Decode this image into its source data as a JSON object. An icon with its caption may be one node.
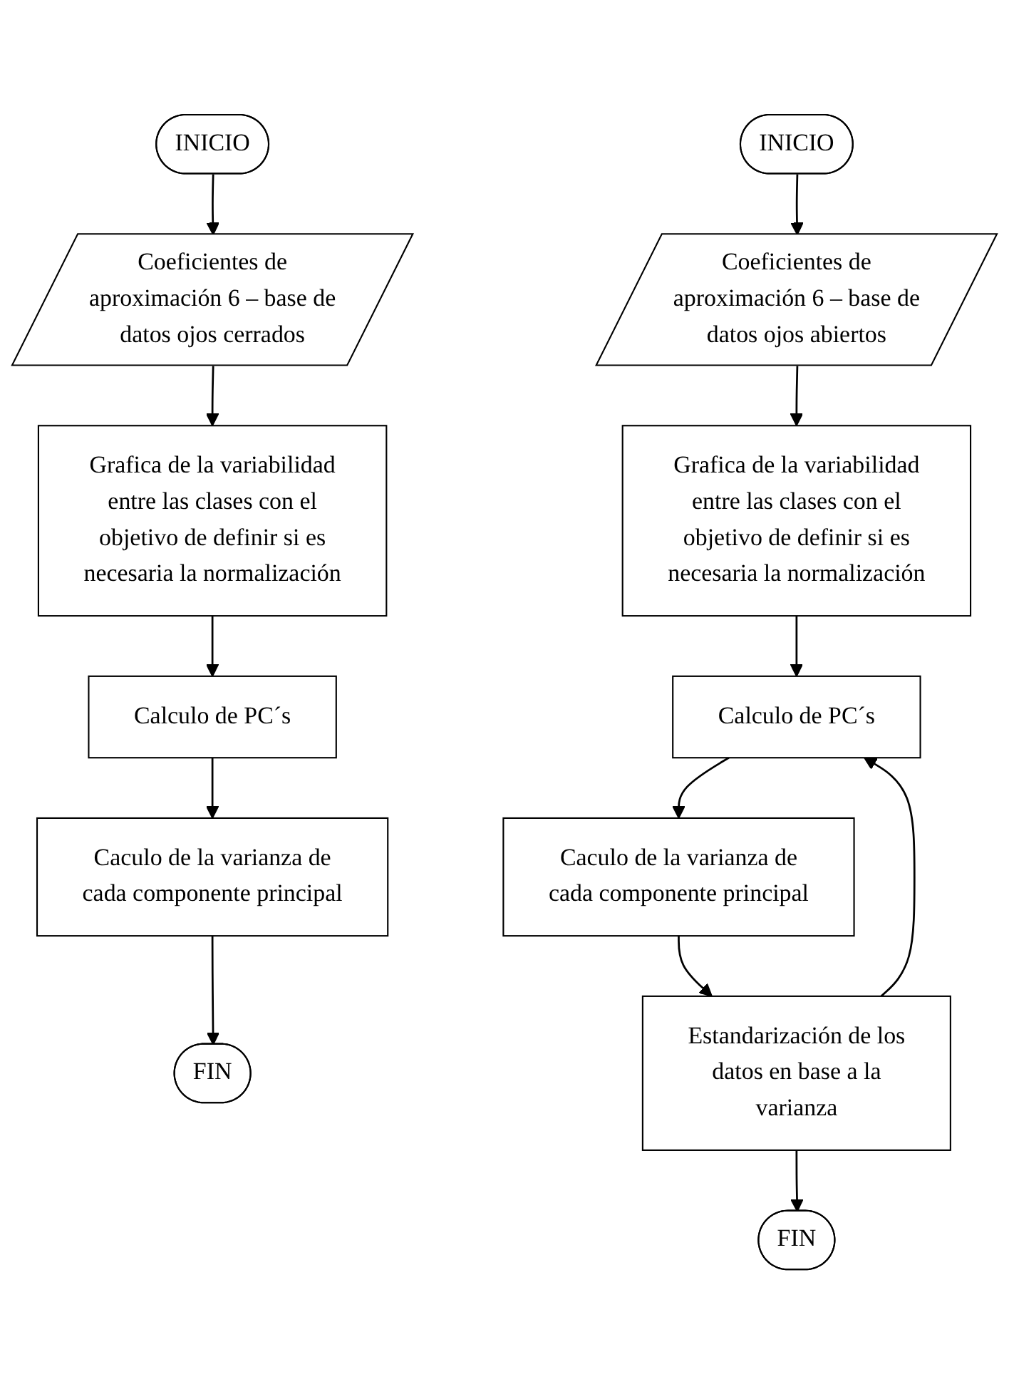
{
  "diagram": {
    "nodes": [
      {
        "text": [
          "INICIO"
        ]
      },
      {
        "text": [
          "Coeficientes de aproximación 6 – base de datos ojos cerrados"
        ]
      },
      {
        "text": [
          "Grafica de la variabilidad entre las clases con el objetivo de definir si es necesaria la normalización"
        ]
      },
      {
        "text": [
          "Calculo de PC´s"
        ]
      },
      {
        "text": [
          "Caculo de la varianza de cada componente principal"
        ]
      },
      {
        "text": [
          "FIN"
        ]
      },
      {
        "text": [
          "INICIO"
        ]
      },
      {
        "text": [
          "Coeficientes de aproximación 6 – base de datos ojos abiertos"
        ]
      },
      {
        "text": [
          "Grafica de la variabilidad entre las clases con el objetivo de definir si es necesaria la normalización"
        ]
      },
      {
        "text": [
          "Calculo de PC´s"
        ]
      },
      {
        "text": [
          "Caculo de la varianza de cada componente principal"
        ]
      },
      {
        "text": [
          "Estandarización de los datos en base a la varianza"
        ]
      },
      {
        "text": [
          "FIN"
        ]
      }
    ],
    "edges": [
      {
        "from": 0,
        "to": 1,
        "arrow": "to"
      },
      {
        "from": 1,
        "to": 2,
        "arrow": "to"
      },
      {
        "from": 2,
        "to": 3,
        "arrow": "to"
      },
      {
        "from": 3,
        "to": 4,
        "arrow": "to"
      },
      {
        "from": 4,
        "to": 5,
        "arrow": "to"
      },
      {
        "from": 6,
        "to": 7,
        "arrow": "to"
      },
      {
        "from": 7,
        "to": 8,
        "arrow": "to"
      },
      {
        "from": 8,
        "to": 9,
        "arrow": "to"
      },
      {
        "from": 9,
        "to": 10,
        "arrow": "to"
      },
      {
        "from": 10,
        "to": 11,
        "arrow": "to"
      },
      {
        "from": 11,
        "to": 12,
        "arrow": "to"
      },
      {
        "from": 11,
        "to": 9,
        "arrow": "to"
      }
    ]
  }
}
